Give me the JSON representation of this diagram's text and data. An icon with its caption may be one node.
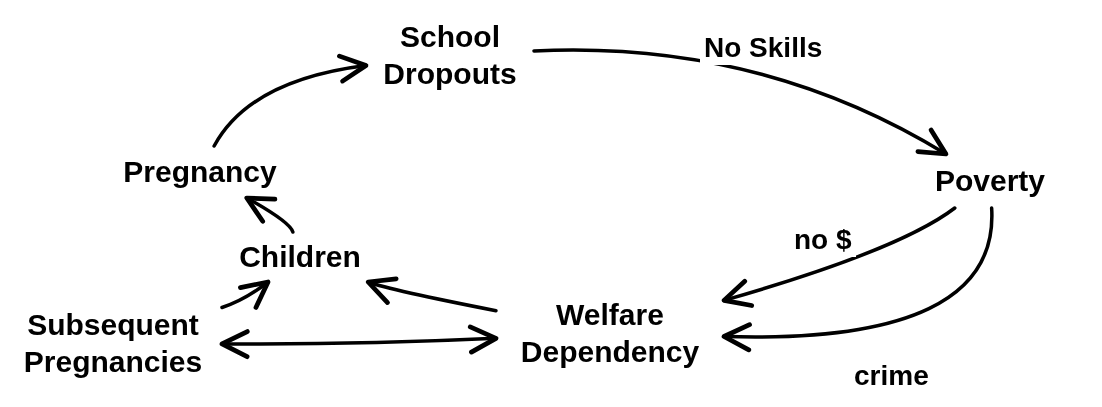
{
  "diagram": {
    "nodes": [
      {
        "text": [
          "School Dropouts"
        ]
      },
      {
        "text": [
          "Poverty"
        ]
      },
      {
        "text": [
          "Welfare Dependency"
        ]
      },
      {
        "text": [
          "Subsequent Pregnancies"
        ]
      },
      {
        "text": [
          "Children"
        ]
      },
      {
        "text": [
          "Pregnancy"
        ]
      }
    ],
    "edges": [
      {
        "from": 0,
        "to": 1,
        "arrow": "to",
        "label": "No Skills"
      },
      {
        "from": 1,
        "to": 2,
        "arrow": "to",
        "label": "no $"
      },
      {
        "from": 1,
        "to": 2,
        "arrow": "to",
        "label": "crime"
      },
      {
        "from": 3,
        "to": 2,
        "arrow": "both"
      },
      {
        "from": 3,
        "to": 4,
        "arrow": "to"
      },
      {
        "from": 2,
        "to": 4,
        "arrow": "to"
      },
      {
        "from": 4,
        "to": 5,
        "arrow": "to"
      },
      {
        "from": 5,
        "to": 0,
        "arrow": "to"
      }
    ]
  }
}
